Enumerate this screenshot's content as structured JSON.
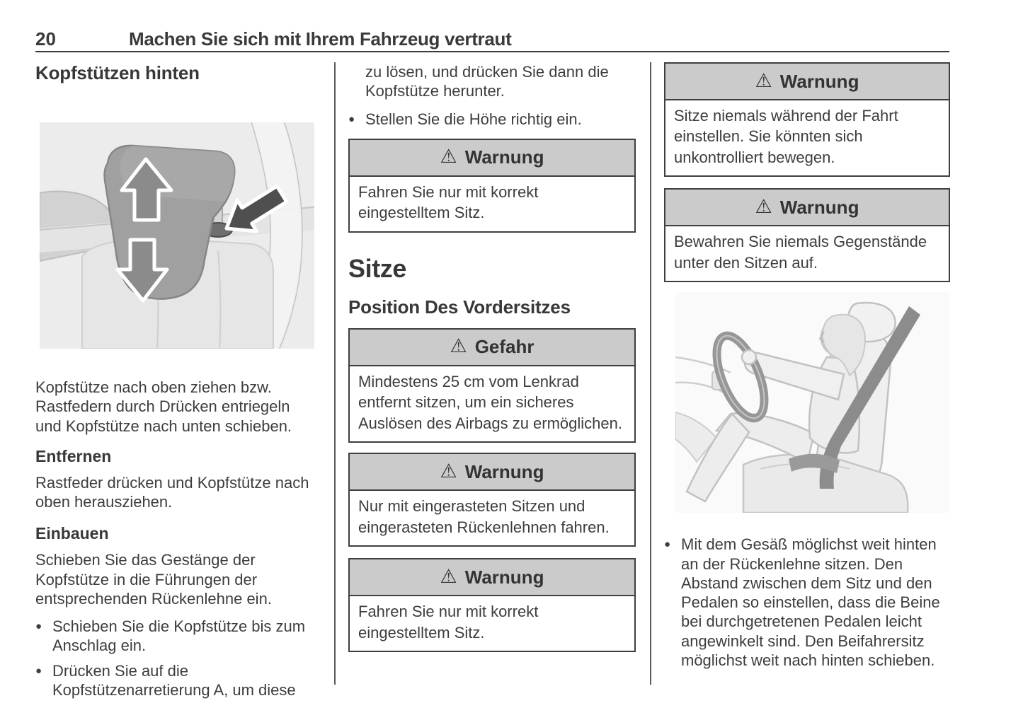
{
  "header": {
    "page_number": "20",
    "title": "Machen Sie sich mit Ihrem Fahrzeug vertraut"
  },
  "icons": {
    "warning": "⚠",
    "bullet": "●"
  },
  "colors": {
    "warning_header_bg": "#cbcbcb",
    "box_border": "#3f3f3f",
    "text": "#3d3d3d",
    "divider": "#5a5a5a",
    "illustration1_bg": "#ececec"
  },
  "column1": {
    "heading": "Kopfstützen hinten",
    "illustration": "rear-headrest-with-up-down-arrows-and-release-button",
    "paragraph1": "Kopfstütze nach oben ziehen bzw. Rastfedern durch Drücken entriegeln und Kopfstütze nach unten schieben.",
    "subheading1": "Entfernen",
    "paragraph2": "Rastfeder drücken und Kopfstütze nach oben herausziehen.",
    "subheading2": "Einbauen",
    "paragraph3": "Schieben Sie das Gestänge der Kopfstütze in die Führungen der entsprechenden Rückenlehne ein.",
    "bullet1": "Schieben Sie die Kopfstütze bis zum Anschlag ein.",
    "bullet2": "Drücken Sie auf die Kopfstützenarretierung A, um diese"
  },
  "column2": {
    "continuation": "zu lösen, und drücken Sie dann die Kopfstütze herunter.",
    "bullet1": "Stellen Sie die Höhe richtig ein.",
    "warning1": {
      "title": "Warnung",
      "body": "Fahren Sie nur mit korrekt eingestelltem Sitz."
    },
    "heading": "Sitze",
    "subheading": "Position Des Vordersitzes",
    "danger": {
      "title": "Gefahr",
      "body": "Mindestens 25 cm vom Lenkrad entfernt sitzen, um ein sicheres Auslösen des Airbags zu ermöglichen."
    },
    "warning2": {
      "title": "Warnung",
      "body": "Nur mit eingerasteten Sitzen und eingerasteten Rückenlehnen fahren."
    },
    "warning3": {
      "title": "Warnung",
      "body": "Fahren Sie nur mit korrekt eingestelltem Sitz."
    }
  },
  "column3": {
    "warning1": {
      "title": "Warnung",
      "body": "Sitze niemals während der Fahrt einstellen. Sie könnten sich unkontrolliert bewegen."
    },
    "warning2": {
      "title": "Warnung",
      "body": "Bewahren Sie niemals Gegenstände unter den Sitzen auf."
    },
    "illustration": "driver-seated-side-view-with-seatbelt-and-steering-wheel",
    "bullet1": "Mit dem Gesäß möglichst weit hinten an der Rückenlehne sitzen. Den Abstand zwischen dem Sitz und den Pedalen so einstellen, dass die Beine bei durchgetretenen Pedalen leicht angewinkelt sind. Den Beifahrersitz möglichst weit nach hinten schieben."
  }
}
